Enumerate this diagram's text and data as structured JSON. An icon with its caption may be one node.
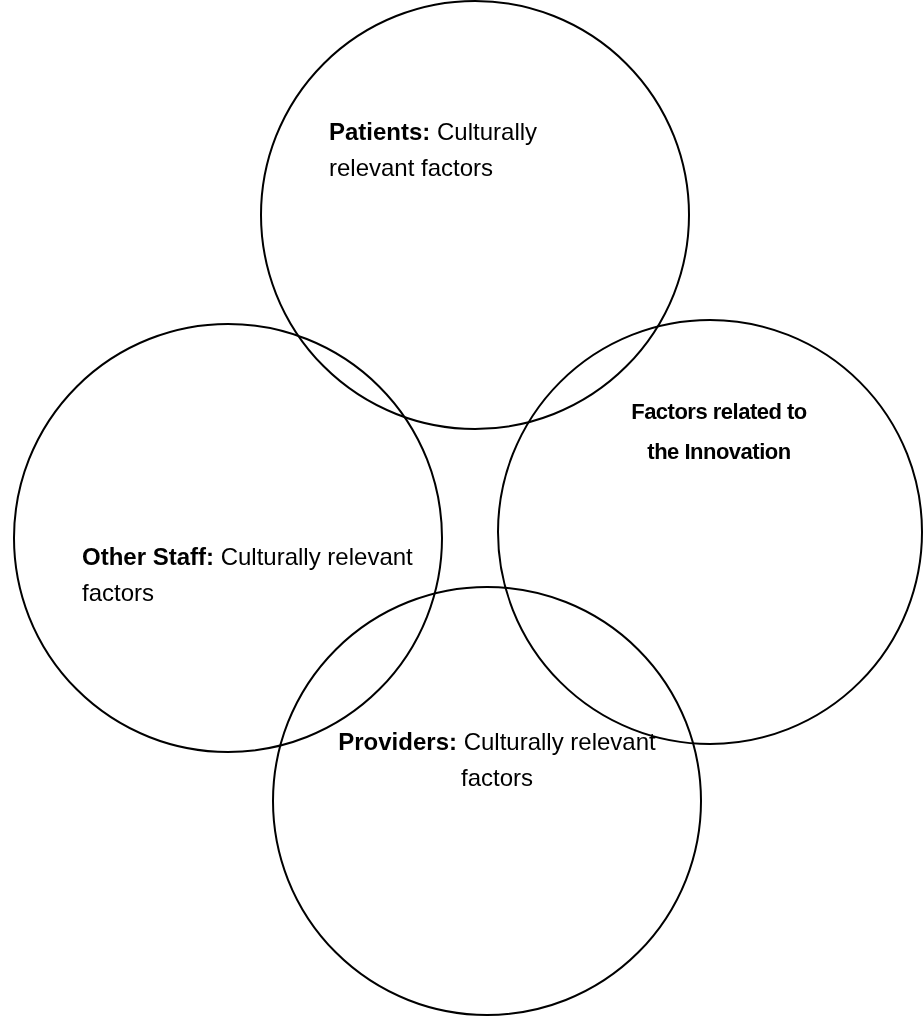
{
  "diagram": {
    "nodes": [
      {
        "text": [
          "**Patients:** Culturally relevant factors"
        ]
      },
      {
        "text": [
          "**Other Staff:** Culturally relevant factors"
        ]
      },
      {
        "text": [
          "Factors related to the Innovation"
        ]
      },
      {
        "text": [
          "**Providers:** Culturally relevant factors"
        ]
      }
    ]
  }
}
